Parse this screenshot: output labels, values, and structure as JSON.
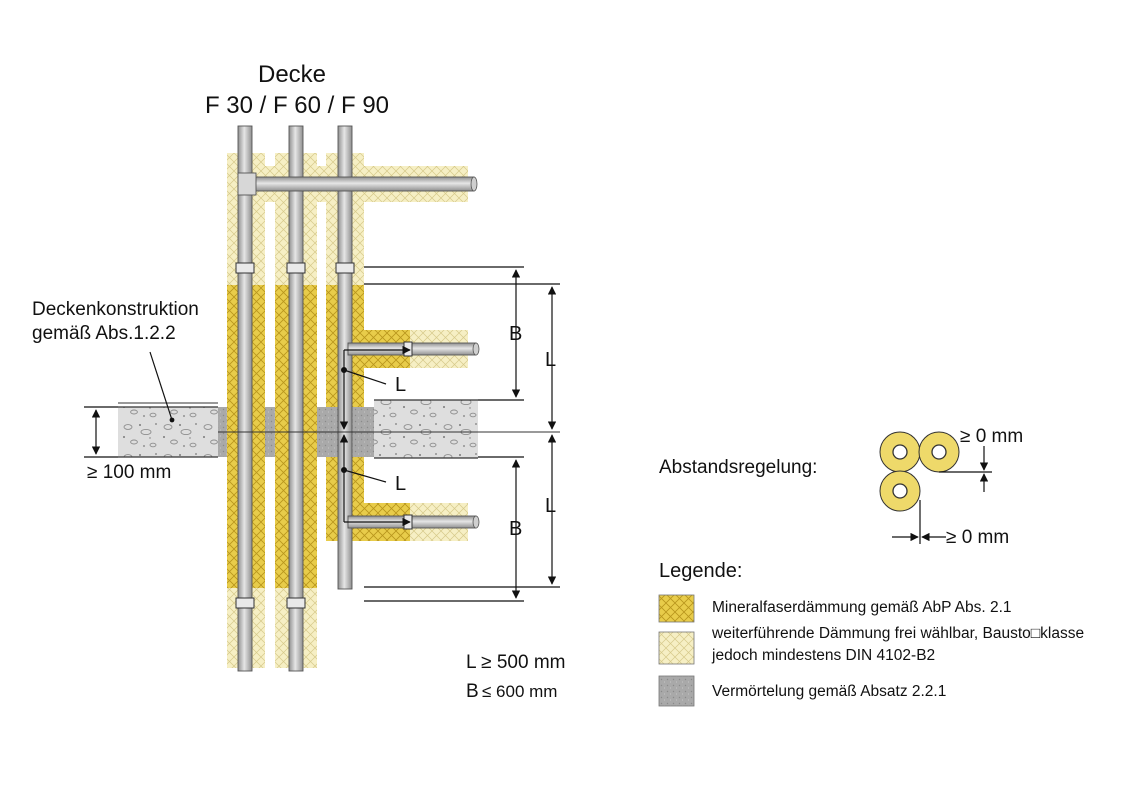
{
  "title": {
    "line1": "Decke",
    "line2": "F 30 / F 60 / F 90"
  },
  "ceiling_label": {
    "line1": "Deckenkonstruktion",
    "line2": "gemäß Abs.1.2.2"
  },
  "thickness_label": "≥ 100 mm",
  "dim_letters": {
    "B": "B",
    "L": "L"
  },
  "limits": {
    "l_rule": "L ≥ 500 mm",
    "b_letter": "B",
    "b_rule": "≤ 600 mm"
  },
  "spacing": {
    "title": "Abstandsregelung:",
    "vertical": "≥ 0 mm",
    "horizontal": "≥ 0 mm"
  },
  "legend": {
    "heading": "Legende:",
    "items": [
      {
        "text1": "Mineralfaserdämmung gemäß AbP Abs. 2.1",
        "text2": ""
      },
      {
        "text1": "weiterführende Dämmung frei wählbar, Bausto□klasse",
        "text2": "jedoch mindestens DIN 4102-B2"
      },
      {
        "text1": "Vermörtelung gemäß Absatz 2.2.1",
        "text2": ""
      }
    ]
  },
  "colors": {
    "mineral_fiber": "#e8cc4a",
    "further_insulation": "#f6efc4",
    "mortar": "#a9a9a9",
    "concrete": "#dadada",
    "pipe": "#b9b9b9"
  }
}
